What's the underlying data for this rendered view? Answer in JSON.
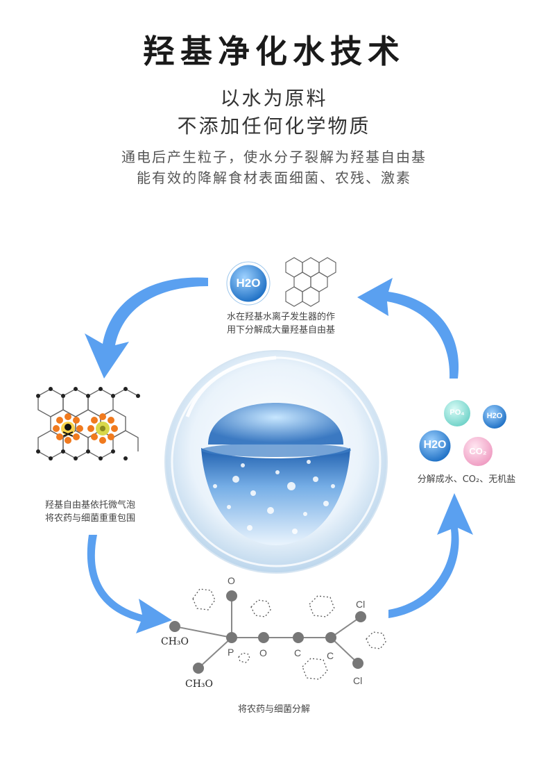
{
  "header": {
    "title": "羟基净化水技术",
    "subtitle_line1": "以水为原料",
    "subtitle_line2": "不添加任何化学物质",
    "desc_line1": "通电后产生粒子，使水分子裂解为羟基自由基",
    "desc_line2": "能有效的降解食材表面细菌、农残、激素"
  },
  "cycle": {
    "step_top": {
      "line1": "水在羟基水离子发生器的作",
      "line2": "用下分解成大量羟基自由基",
      "bubble": "H2O"
    },
    "step_left": {
      "line1": "羟基自由基依托微气泡",
      "line2": "将农药与细菌重重包围"
    },
    "step_bottom": {
      "caption": "将农药与细菌分解",
      "labels": {
        "o_top": "O",
        "ch3o_1": "CH₃O",
        "ch3o_2": "CH₃O",
        "p": "P",
        "o_mid": "O",
        "c1": "C",
        "c2": "C",
        "cl1": "Cl",
        "cl2": "Cl"
      }
    },
    "step_right": {
      "caption": "分解成水、CO₂、无机盐",
      "bubbles": {
        "po4": "PO₄",
        "h2o_small": "H2O",
        "h2o_big": "H2O",
        "co2": "CO₂"
      }
    }
  },
  "colors": {
    "arrow": "#5aa0f0",
    "h2o_bubble": "#2f86d6",
    "po4_bubble": "#7fd8d0",
    "co2_bubble": "#f2a6c8",
    "atom": "#777777",
    "toxin": "#f07a1e"
  }
}
